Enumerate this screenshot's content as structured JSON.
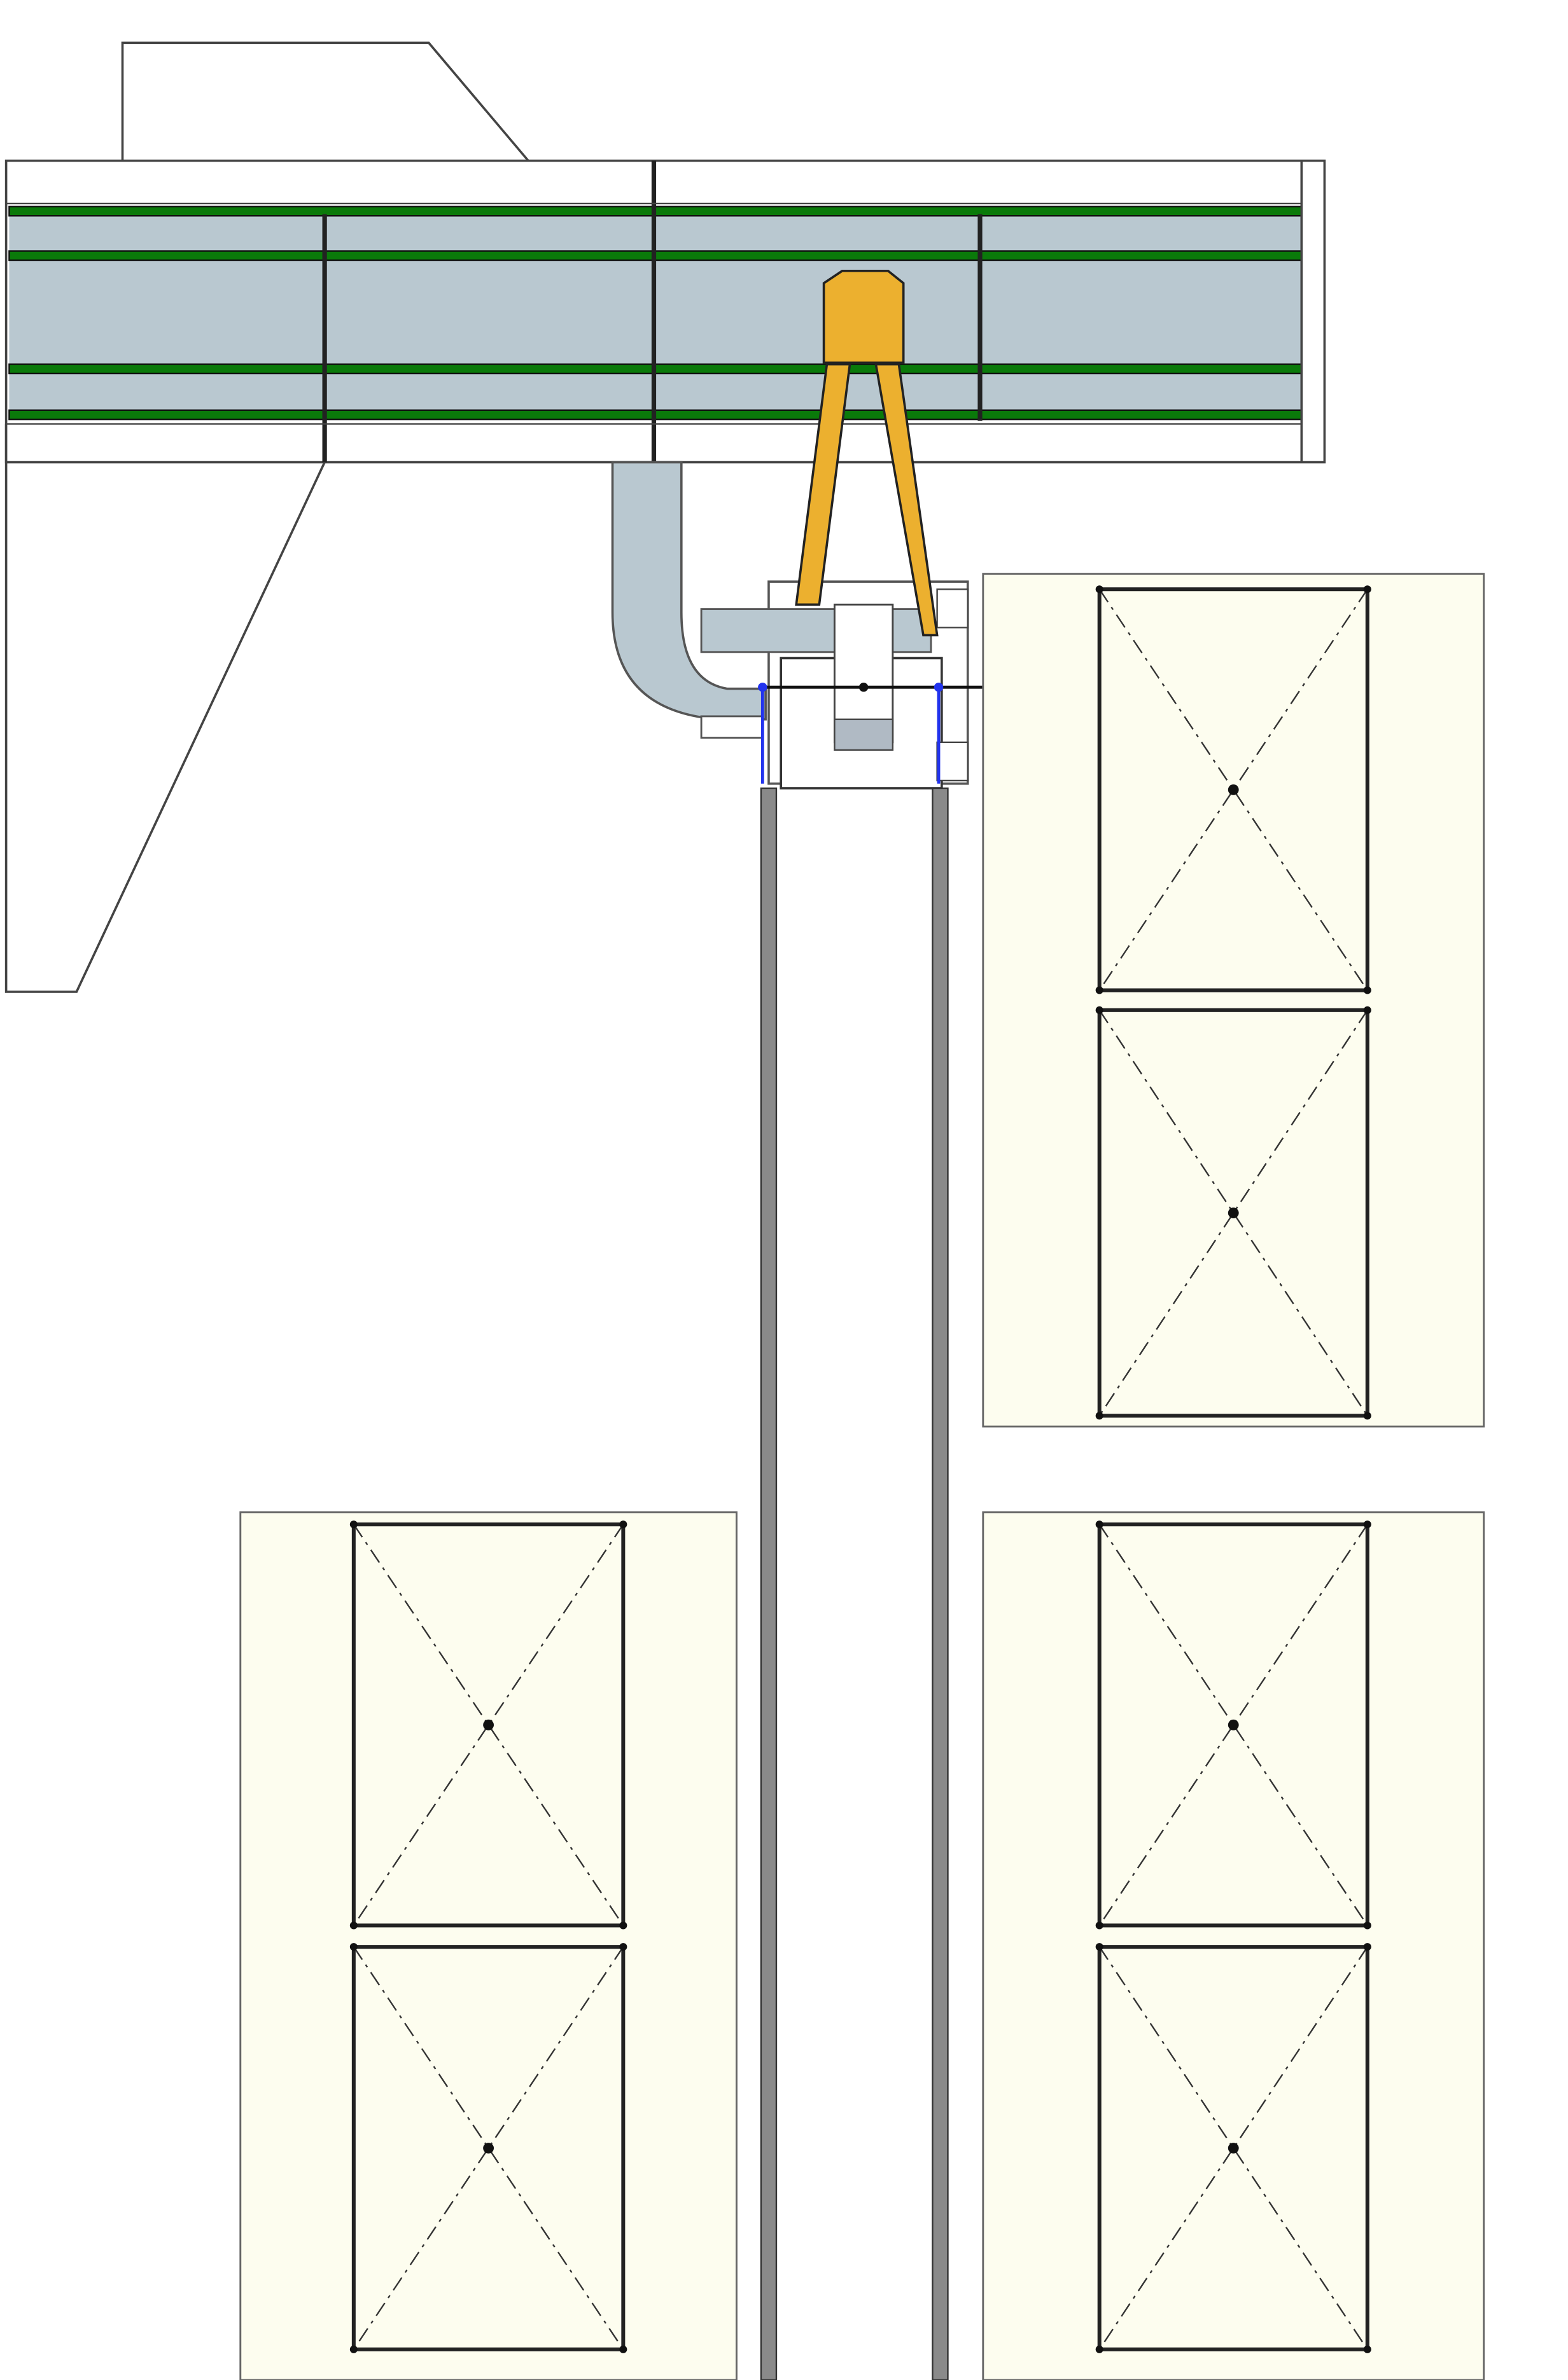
{
  "diagram": {
    "colors": {
      "beam_fill": "#b9c8d0",
      "beam_rail": "#0a7a0a",
      "lift_arm": "#ecb02f",
      "panel_fill": "#fdfdef",
      "outline": "#222222",
      "rail": "#8a8a8a",
      "guide": "#2233ee"
    },
    "panels": [
      {
        "id": "right-top",
        "cells": 2
      },
      {
        "id": "left-bottom",
        "cells": 2
      },
      {
        "id": "right-bottom",
        "cells": 2
      }
    ]
  }
}
